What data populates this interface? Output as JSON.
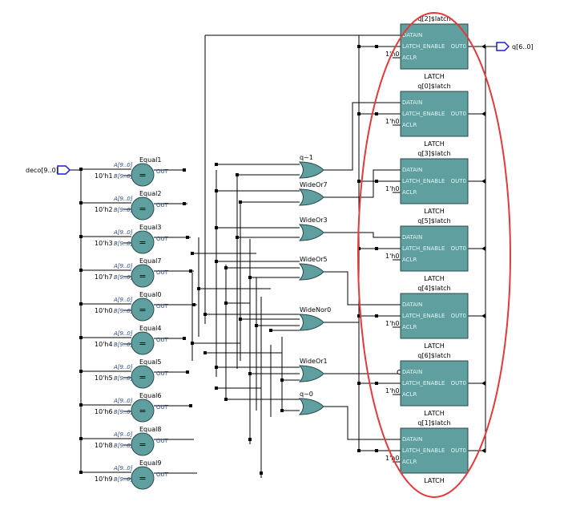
{
  "input_port": {
    "label": "deco[9..0]",
    "color": "#1f1fd0"
  },
  "output_port": {
    "label": "q[6..0]",
    "color": "#1f1fd0"
  },
  "comparators": [
    {
      "name": "Equal1",
      "a": "A[9..0]",
      "const": "10'h1",
      "b": "B[9..0]",
      "sym": "=",
      "out": "OUT"
    },
    {
      "name": "Equal2",
      "a": "A[9..0]",
      "const": "10'h2",
      "b": "B[9..0]",
      "sym": "=",
      "out": "OUT"
    },
    {
      "name": "Equal3",
      "a": "A[9..0]",
      "const": "10'h3",
      "b": "B[9..0]",
      "sym": "=",
      "out": "OUT"
    },
    {
      "name": "Equal7",
      "a": "A[9..0]",
      "const": "10'h7",
      "b": "B[9..0]",
      "sym": "=",
      "out": "OUT"
    },
    {
      "name": "Equal0",
      "a": "A[9..0]",
      "const": "10'h0",
      "b": "B[9..0]",
      "sym": "=",
      "out": "OUT"
    },
    {
      "name": "Equal4",
      "a": "A[9..0]",
      "const": "10'h4",
      "b": "B[9..0]",
      "sym": "=",
      "out": "OUT"
    },
    {
      "name": "Equal5",
      "a": "A[9..0]",
      "const": "10'h5",
      "b": "B[9..0]",
      "sym": "=",
      "out": "OUT"
    },
    {
      "name": "Equal6",
      "a": "A[9..0]",
      "const": "10'h6",
      "b": "B[9..0]",
      "sym": "=",
      "out": "OUT"
    },
    {
      "name": "Equal8",
      "a": "A[9..0]",
      "const": "10'h8",
      "b": "B[9..0]",
      "sym": "=",
      "out": "OUT"
    },
    {
      "name": "Equal9",
      "a": "A[9..0]",
      "const": "10'h9",
      "b": "B[9..0]",
      "sym": "=",
      "out": "OUT"
    }
  ],
  "or_gates": [
    {
      "label": "q~1"
    },
    {
      "label": "WideOr7"
    },
    {
      "label": "WideOr3"
    },
    {
      "label": "WideOr5"
    },
    {
      "label": "WideNor0"
    },
    {
      "label": "WideOr1"
    },
    {
      "label": "q~0"
    }
  ],
  "latches": [
    {
      "name": "q[2]$latch",
      "type": "LATCH",
      "datain": "DATAIN",
      "enable": "LATCH_ENABLE",
      "aclr": "ACLR",
      "out": "OUT0",
      "const": "1'h0"
    },
    {
      "name": "q[0]$latch",
      "type": "LATCH",
      "datain": "DATAIN",
      "enable": "LATCH_ENABLE",
      "aclr": "ACLR",
      "out": "OUT0",
      "const": "1'h0"
    },
    {
      "name": "q[3]$latch",
      "type": "LATCH",
      "datain": "DATAIN",
      "enable": "LATCH_ENABLE",
      "aclr": "ACLR",
      "out": "OUT0",
      "const": "1'h0"
    },
    {
      "name": "q[5]$latch",
      "type": "LATCH",
      "datain": "DATAIN",
      "enable": "LATCH_ENABLE",
      "aclr": "ACLR",
      "out": "OUT0",
      "const": "1'h0"
    },
    {
      "name": "q[4]$latch",
      "type": "LATCH",
      "datain": "DATAIN",
      "enable": "LATCH_ENABLE",
      "aclr": "ACLR",
      "out": "OUT0",
      "const": "1'h0"
    },
    {
      "name": "q[6]$latch",
      "type": "LATCH",
      "datain": "DATAIN",
      "enable": "LATCH_ENABLE",
      "aclr": "ACLR",
      "out": "OUT0",
      "const": "1'h0"
    },
    {
      "name": "q[1]$latch",
      "type": "LATCH",
      "datain": "DATAIN",
      "enable": "LATCH_ENABLE",
      "aclr": "ACLR",
      "out": "OUT0",
      "const": "1'h0"
    }
  ],
  "colors": {
    "block_fill": "#5f9f9f",
    "block_stroke": "#2a4a4a",
    "port_text": "#2a4a8a",
    "latch_pin_text": "#dff4f4",
    "wire": "#000000",
    "highlight": "#e23a3a"
  }
}
